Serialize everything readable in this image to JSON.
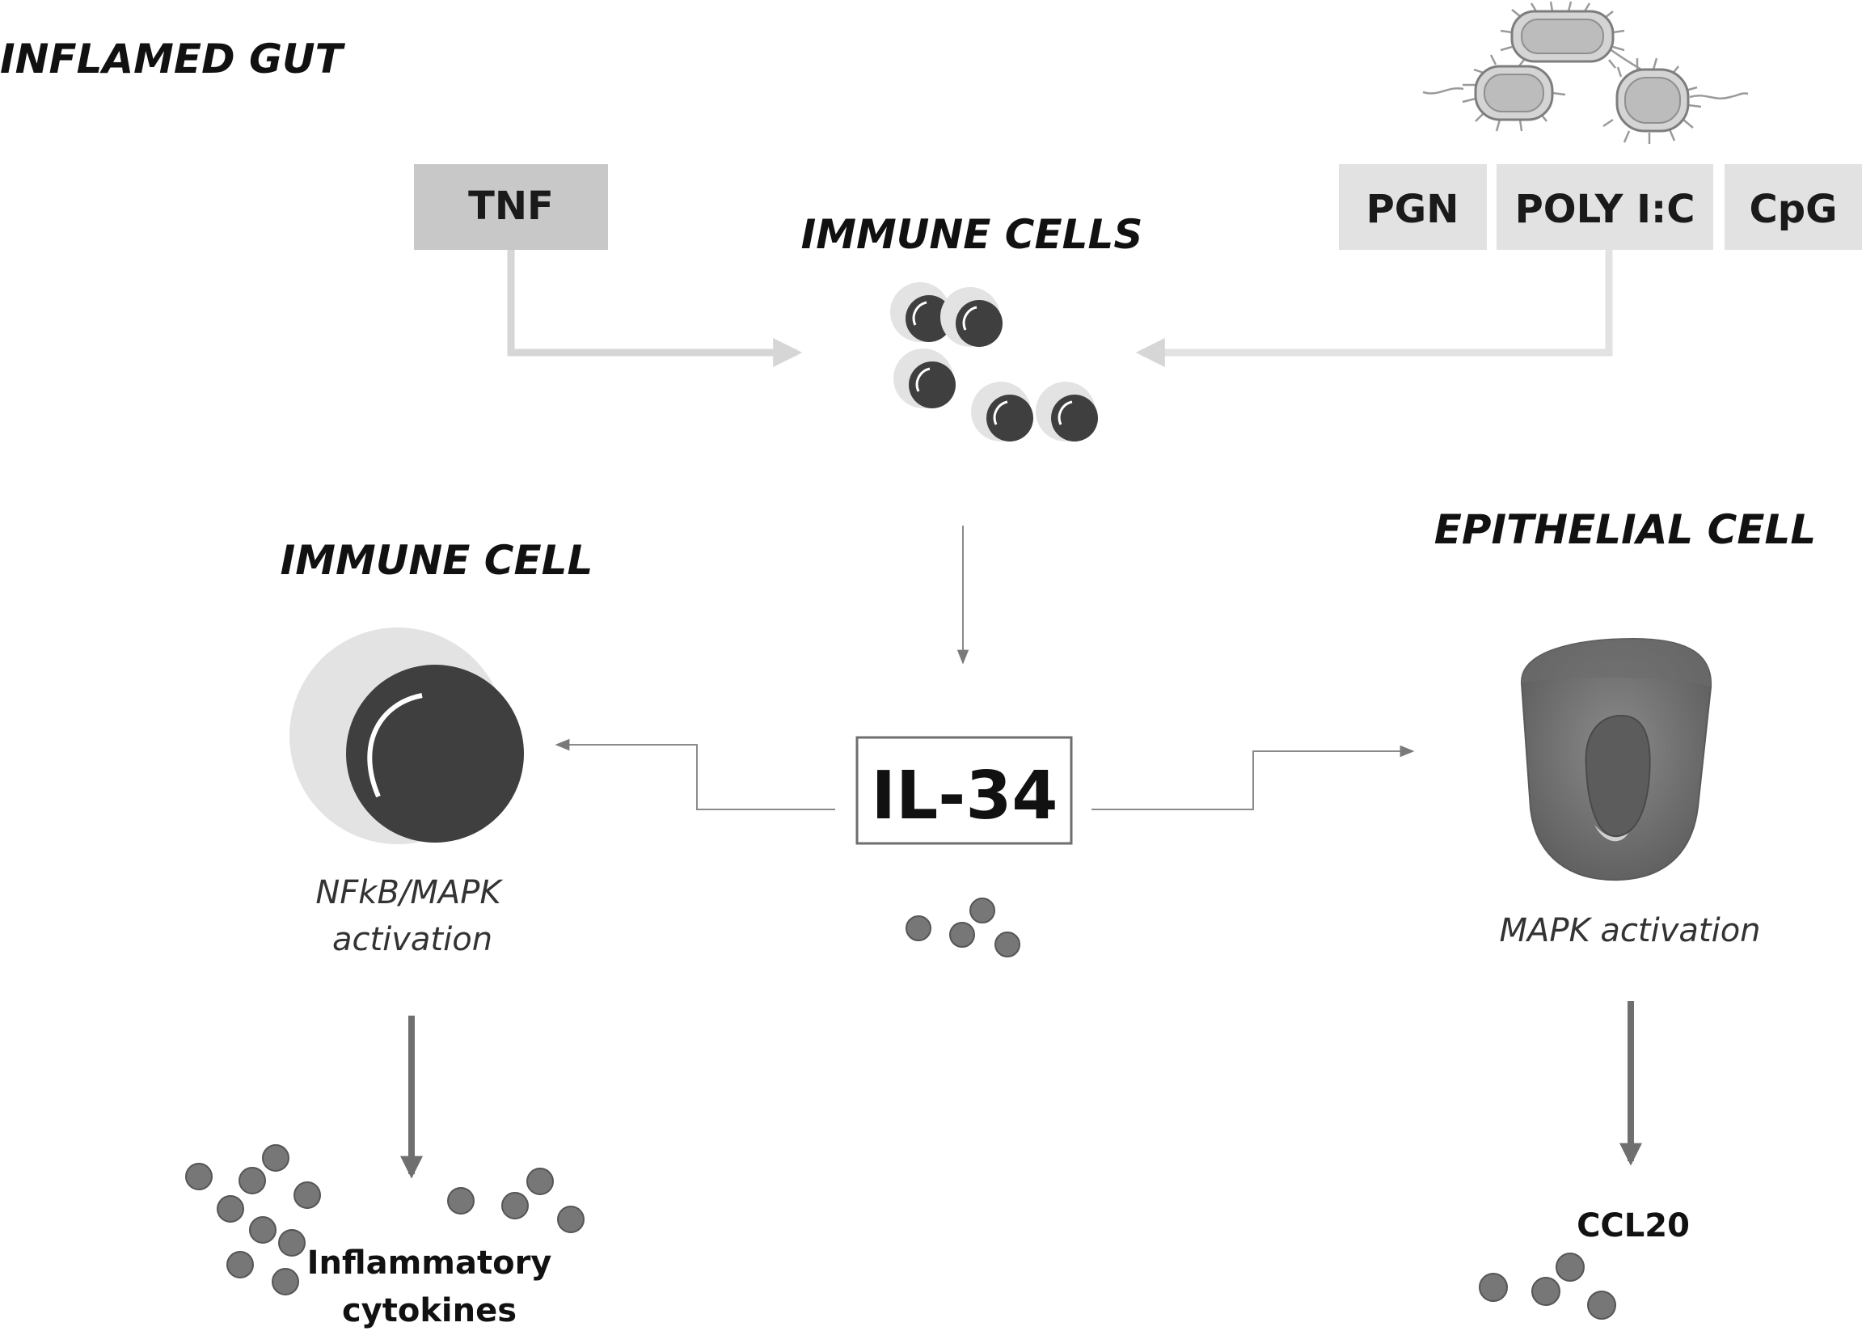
{
  "title": "INFLAMED GUT",
  "stimuli": {
    "tnf": "TNF",
    "pgn": "PGN",
    "poly_ic": "POLY I:C",
    "cpg": "CpG"
  },
  "immune_cells_label": "IMMUNE CELLS",
  "immune_cell_label": "IMMUNE CELL",
  "epithelial_cell_label": "EPITHELIAL CELL",
  "il34_label": "IL-34",
  "immune_activation": [
    "NFkB/MAPK",
    "activation"
  ],
  "epithelial_activation": "MAPK activation",
  "inflammatory_cytokines": [
    "Inflammatory",
    "cytokines"
  ],
  "ccl20_label": "CCL20",
  "icons": {
    "bacteria": "bacteria-icon",
    "immune_cell": "immune-cell-icon",
    "epithelial_cell": "epithelial-cell-icon",
    "cytokine": "cytokine-dot-icon"
  },
  "colors": {
    "box_dark": "#c8c8c8",
    "box_light": "#e2e2e2",
    "cell_dark": "#3f3f3f",
    "cell_halo": "#e3e3e3",
    "dot": "#777777",
    "arrow_light": "#d6d6d6",
    "arrow_dark": "#6f6f6f"
  }
}
